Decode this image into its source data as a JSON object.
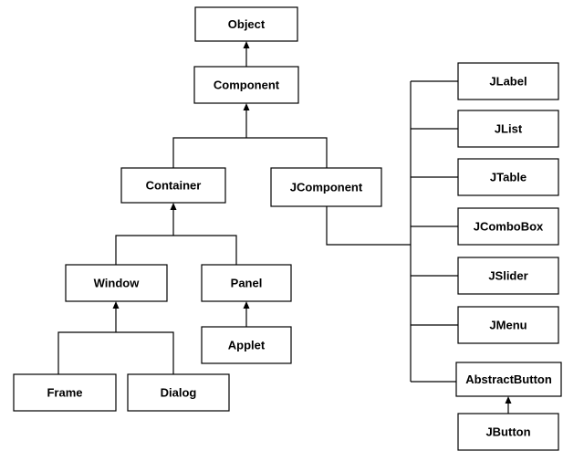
{
  "nodes": {
    "object": "Object",
    "component": "Component",
    "container": "Container",
    "jcomponent": "JComponent",
    "window": "Window",
    "panel": "Panel",
    "applet": "Applet",
    "frame": "Frame",
    "dialog": "Dialog",
    "jlabel": "JLabel",
    "jlist": "JList",
    "jtable": "JTable",
    "jcombobox": "JComboBox",
    "jslider": "JSlider",
    "jmenu": "JMenu",
    "abstractbutton": "AbstractButton",
    "jbutton": "JButton"
  },
  "edges": [
    {
      "child": "component",
      "parent": "object"
    },
    {
      "child": "container",
      "parent": "component"
    },
    {
      "child": "jcomponent",
      "parent": "component"
    },
    {
      "child": "window",
      "parent": "container"
    },
    {
      "child": "panel",
      "parent": "container"
    },
    {
      "child": "applet",
      "parent": "panel"
    },
    {
      "child": "frame",
      "parent": "window"
    },
    {
      "child": "dialog",
      "parent": "window"
    },
    {
      "child": "jlabel",
      "parent": "jcomponent"
    },
    {
      "child": "jlist",
      "parent": "jcomponent"
    },
    {
      "child": "jtable",
      "parent": "jcomponent"
    },
    {
      "child": "jcombobox",
      "parent": "jcomponent"
    },
    {
      "child": "jslider",
      "parent": "jcomponent"
    },
    {
      "child": "jmenu",
      "parent": "jcomponent"
    },
    {
      "child": "abstractbutton",
      "parent": "jcomponent"
    },
    {
      "child": "jbutton",
      "parent": "abstractbutton"
    }
  ]
}
